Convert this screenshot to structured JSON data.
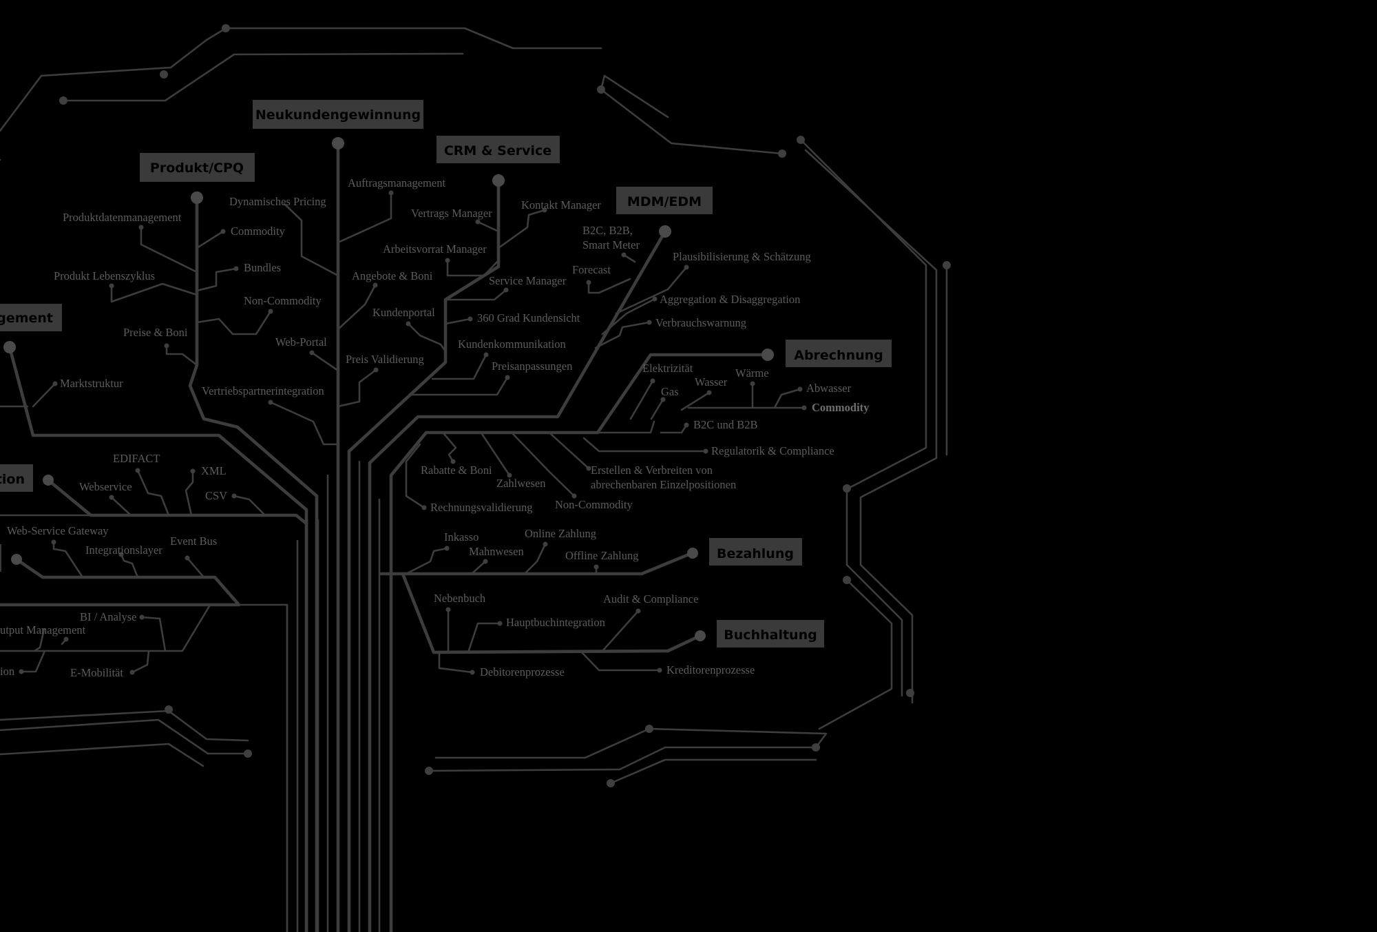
{
  "modules": [
    {
      "name": "Neukundengewinnung",
      "label": "Neukundengewinnung"
    },
    {
      "name": "Produkt/CPQ",
      "label": "Produkt/CPQ"
    },
    {
      "name": "CRM & Service",
      "label": "CRM & Service"
    },
    {
      "name": "MDM/EDM",
      "label": "MDM/EDM"
    },
    {
      "name": "...agement",
      "label": "agement"
    },
    {
      "name": "Abrechnung",
      "label": "Abrechnung"
    },
    {
      "name": "...tion",
      "label": "tion"
    },
    {
      "name": "Bezahlung",
      "label": "Bezahlung"
    },
    {
      "name": "Buchhaltung",
      "label": "Buchhaltung"
    }
  ],
  "labels": {
    "auftragsmanagement": "Auftragsmanagement",
    "dynamisches_pricing": "Dynamisches Pricing",
    "produktdatenmanagement": "Produktdatenmanagement",
    "commodity": "Commodity",
    "bundles": "Bundles",
    "produkt_lebenszyklus": "Produkt Lebenszyklus",
    "non_commodity": "Non-Commodity",
    "preise_boni": "Preise & Boni",
    "web_portal": "Web-Portal",
    "marktstruktur": "Marktstruktur",
    "vertriebspartnerintegration": "Vertriebspartnerintegration",
    "angebote_boni": "Angebote & Boni",
    "kundenportal": "Kundenportal",
    "preis_validierung": "Preis Validierung",
    "vertrags_manager": "Vertrags Manager",
    "kontakt_manager": "Kontakt Manager",
    "arbeitsvorrat_manager": "Arbeitsvorrat Manager",
    "service_manager": "Service Manager",
    "kundensicht_360": "360 Grad Kundensicht",
    "kundenkommunikation": "Kundenkommunikation",
    "preisanpassungen": "Preisanpassungen",
    "b2c_b2b": "B2C, B2B,",
    "smart_meter": "Smart Meter",
    "forecast": "Forecast",
    "plausibilisierung": "Plausibilisierung & Schätzung",
    "aggregation": "Aggregation & Disaggregation",
    "verbrauchswarnung": "Verbrauchswarnung",
    "elektrizitaet": "Elektrizität",
    "gas": "Gas",
    "wasser": "Wasser",
    "waerme": "Wärme",
    "abwasser": "Abwasser",
    "commodity_bold": "Commodity",
    "b2c_und_b2b": "B2C und B2B",
    "regulatorik": "Regulatorik & Compliance",
    "erstellen_1": "Erstellen & Verbreiten von",
    "erstellen_2": "abrechenbaren Einzelpositionen",
    "rabatte_boni": "Rabatte & Boni",
    "zahlwesen": "Zahlwesen",
    "non_commodity_2": "Non-Commodity",
    "rechnungsvalidierung": "Rechnungsvalidierung",
    "edifact": "EDIFACT",
    "xml": "XML",
    "webservice": "Webservice",
    "csv": "CSV",
    "web_service_gateway": "Web-Service Gateway",
    "integrationslayer": "Integrationslayer",
    "event_bus": "Event Bus",
    "inkasso": "Inkasso",
    "online_zahlung": "Online Zahlung",
    "mahnwesen": "Mahnwesen",
    "offline_zahlung": "Offline Zahlung",
    "nebenbuch": "Nebenbuch",
    "audit_compliance": "Audit & Compliance",
    "hauptbuchintegration": "Hauptbuchintegration",
    "debitorenprozesse": "Debitorenprozesse",
    "kreditorenprozesse": "Kreditorenprozesse",
    "bi_analyse": "BI / Analyse",
    "output_management": "utput Management",
    "ion": "ion",
    "e_mobilitaet": "E-Mobilität"
  }
}
